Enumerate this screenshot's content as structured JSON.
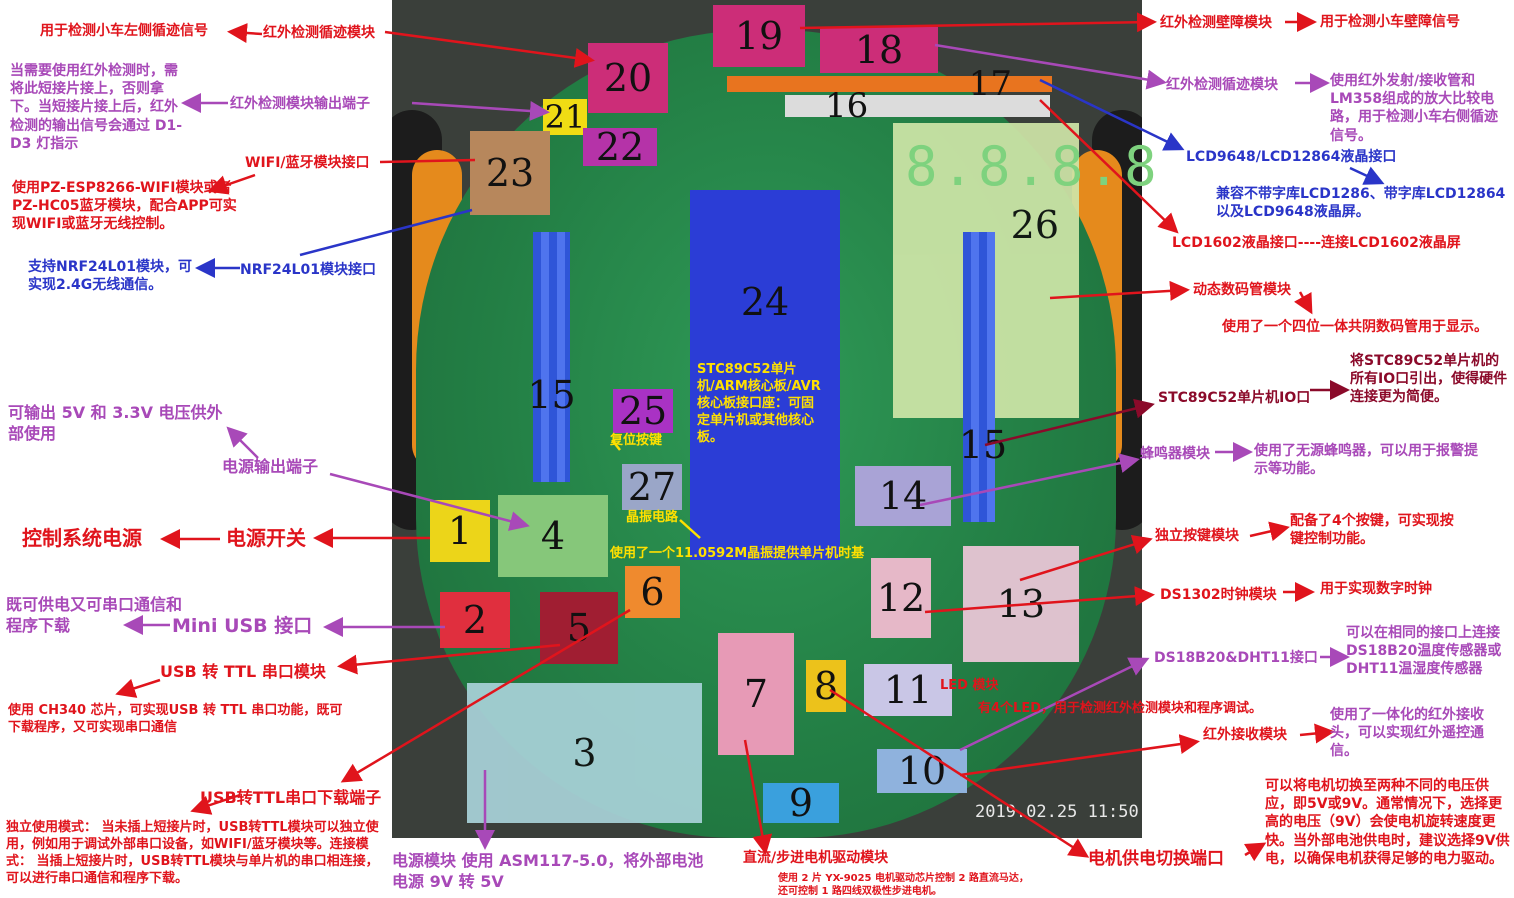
{
  "photo": {
    "timestamp": "2019.02.25 11:50"
  },
  "board": {
    "numbers": [
      "1",
      "2",
      "3",
      "4",
      "5",
      "6",
      "7",
      "8",
      "9",
      "10",
      "11",
      "12",
      "13",
      "14",
      "15",
      "15",
      "16",
      "17",
      "18",
      "19",
      "20",
      "21",
      "22",
      "23",
      "24",
      "25",
      "26",
      "27"
    ],
    "core_text": "STC89C52单片机/ARM核心板/AVR核心板接口座：可固定单片机或其他核心板。",
    "reset_label": "复位按键",
    "crystal_label": "晶振电路",
    "crystal_desc": "使用了一个11.0592M晶振提供单片机时基"
  },
  "left": {
    "ir_left_signal": "用于检测小车左侧循迹信号",
    "ir_track_module": "红外检测循迹模块",
    "jumper_desc": "当需要使用红外检测时，需将此短接片接上，否则拿下。当短接片接上后，红外检测的输出信号会通过 D1-D3 灯指示",
    "ir_output_terminal": "红外检测模块输出端子",
    "wifi_bt_port": "WIFI/蓝牙模块接口",
    "wifi_desc": "使用PZ-ESP8266-WIFI模块或者PZ-HC05蓝牙模块，配合APP可实现WIFI或蓝牙无线控制。",
    "nrf_desc": "支持NRF24L01模块，可实现2.4G无线通信。",
    "nrf_port": "NRF24L01模块接口",
    "power_out_desc": "可输出 5V 和 3.3V 电压供外部使用",
    "power_out_terminal": "电源输出端子",
    "control_power": "控制系统电源",
    "power_switch": "电源开关",
    "mini_usb_desc": "既可供电又可串口通信和程序下载",
    "mini_usb": "Mini USB 接口",
    "usb_ttl_module": "USB 转 TTL 串口模块",
    "ch340_desc": "使用 CH340 芯片，可实现USB 转 TTL 串口功能，既可下载程序，又可实现串口通信",
    "usb_ttl_terminal": "USB转TTL串口下载端子",
    "modes_desc": "独立使用模式： 当未插上短接片时，USB转TTL模块可以独立使用，例如用于调试外部串口设备，如WIFI/蓝牙模块等。连接模式： 当插上短接片时，USB转TTL模块与单片机的串口相连接，可以进行串口通信和程序下载。",
    "power_module": "电源模块 使用 ASM117-5.0，将外部电池电源 9V 转 5V"
  },
  "bottom": {
    "motor_drive": "直流/步进电机驱动模块",
    "motor_drive_desc": "使用 2 片 YX-9025 电机驱动芯片控制 2 路直流马达，还可控制 1 路四线双极性步进电机。",
    "motor_power_switch": "电机供电切换端口"
  },
  "right": {
    "ir_obstacle_module": "红外检测壁障模块",
    "ir_obstacle_use": "用于检测小车壁障信号",
    "ir_track_module": "红外检测循迹模块",
    "ir_track_desc": "使用红外发射/接收管和LM358组成的放大比较电路，用于检测小车右侧循迹信号。",
    "lcd9648_port": "LCD9648/LCD12864液晶接口",
    "lcd_compat": "兼容不带字库LCD1286、带字库LCD12864以及LCD9648液晶屏。",
    "lcd1602": "LCD1602液晶接口----连接LCD1602液晶屏",
    "seg_module": "动态数码管模块",
    "seg_desc": "使用了一个四位一体共阴数码管用于显示。",
    "io_desc": "将STC89C52单片机的所有IO口引出，使得硬件连接更为简便。",
    "io_port": "STC89C52单片机IO口",
    "buzzer": "蜂鸣器模块",
    "buzzer_desc": "使用了无源蜂鸣器，可以用于报警提示等功能。",
    "keys": "独立按键模块",
    "keys_desc": "配备了4个按键，可实现按键控制功能。",
    "ds1302": "DS1302时钟模块",
    "ds1302_desc": "用于实现数字时钟",
    "ds18b20_port": "DS18B20&DHT11接口",
    "ds18b20_desc": "可以在相同的接口上连接DS18B20温度传感器或DHT11温湿度传感器",
    "led_module": "LED 模块",
    "led_desc": "有4个LED，用于检测红外检测模块和程序调试。",
    "ir_receiver": "红外接收模块",
    "ir_receiver_desc": "使用了一体化的红外接收头，可以实现红外遥控通信。",
    "motor_voltage_desc": "可以将电机切换至两种不同的电压供应，即5V或9V。通常情况下，选择更高的电压（9V）会使电机旋转速度更快。当外部电池供电时，建议选择9V供电，以确保电机获得足够的电力驱动。"
  }
}
